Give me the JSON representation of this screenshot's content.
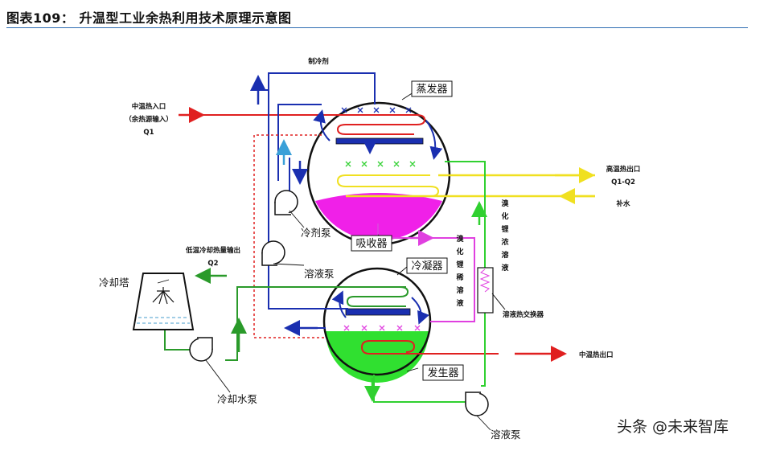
{
  "figure": {
    "title": "图表109： 升温型工业余热利用技术原理示意图"
  },
  "components": {
    "evaporator": "蒸发器",
    "absorber": "吸收器",
    "condenser": "冷凝器",
    "generator": "发生器",
    "refrigerant_pump": "冷剂泵",
    "solution_pump_upper": "溶液泵",
    "solution_pump_lower": "溶液泵",
    "cooling_tower": "冷却塔",
    "cooling_water_pump": "冷却水泵",
    "heat_exchanger": "溶液热交换器"
  },
  "labels": {
    "refrigerant": "制冷剂",
    "mid_heat_in_1": "中温热入口",
    "mid_heat_in_2": "（余热源输入）",
    "mid_heat_in_3": "Q1",
    "high_heat_out_1": "高温热出口",
    "high_heat_out_2": "Q1-Q2",
    "makeup_water": "补水",
    "low_heat_out_1": "低温冷却热量输出",
    "low_heat_out_2": "Q2",
    "mid_heat_out": "中温热出口",
    "dilute_solution": "溴化锂稀溶液",
    "conc_solution": "溴化锂浓溶液"
  },
  "watermark": "头条 @未来智库",
  "colors": {
    "refrigerant": "#1a2fb0",
    "hot_in": "#e02020",
    "hot_out": "#f0e020",
    "dilute": "#e040e0",
    "concentrate": "#30d030",
    "cooling": "#2a9a2a",
    "absorber_fill": "#f020e8",
    "generator_fill": "#30e030",
    "rule": "#2f6db3"
  }
}
